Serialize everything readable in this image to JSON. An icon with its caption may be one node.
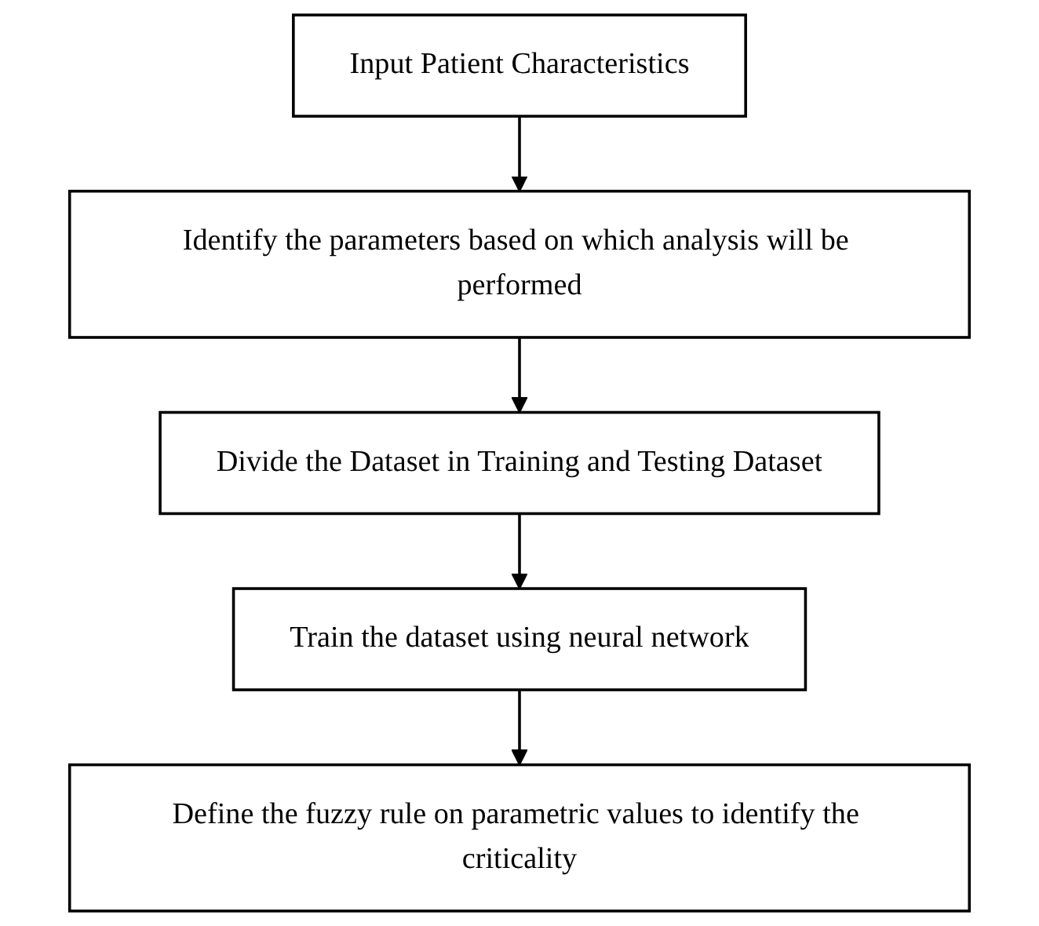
{
  "diagram": {
    "nodes": [
      {
        "text": [
          "Input Patient Characteristics"
        ]
      },
      {
        "text": [
          "Identify the parameters based on which analysis will be performed"
        ]
      },
      {
        "text": [
          "Divide the Dataset in Training and Testing Dataset"
        ]
      },
      {
        "text": [
          "Train the dataset using neural network"
        ]
      },
      {
        "text": [
          "Define the fuzzy rule on parametric values to identify the criticality"
        ]
      }
    ],
    "edges": [
      {
        "from": 0,
        "to": 1,
        "arrow": "to"
      },
      {
        "from": 1,
        "to": 2,
        "arrow": "to"
      },
      {
        "from": 2,
        "to": 3,
        "arrow": "to"
      },
      {
        "from": 3,
        "to": 4,
        "arrow": "to"
      }
    ]
  }
}
